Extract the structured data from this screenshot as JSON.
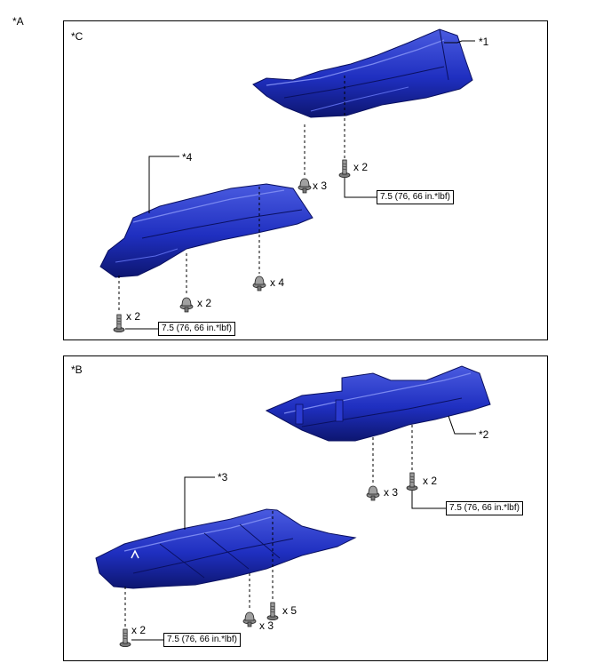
{
  "figure_label": "*A",
  "panel_c": {
    "label": "*C",
    "callout_1": "*1",
    "callout_4": "*4",
    "qty_x3": "x 3",
    "qty_x2_upper": "x 2",
    "qty_x2_mid": "x 2",
    "qty_x4": "x 4",
    "qty_x2_lower": "x 2",
    "torque_upper": "7.5 (76, 66 in.*lbf)",
    "torque_lower": "7.5 (76, 66 in.*lbf)"
  },
  "panel_b": {
    "label": "*B",
    "callout_2": "*2",
    "callout_3": "*3",
    "qty_x3_upper": "x 3",
    "qty_x2_upper": "x 2",
    "qty_x5": "x 5",
    "qty_x3_lower": "x 3",
    "qty_x2_lower": "x 2",
    "torque_upper": "7.5 (76, 66 in.*lbf)",
    "torque_lower": "7.5 (76, 66 in.*lbf)"
  },
  "colors": {
    "part_fill": "#1f2fc0",
    "part_dark": "#0d1670",
    "part_light": "#4a5be0",
    "fastener": "#888888"
  }
}
